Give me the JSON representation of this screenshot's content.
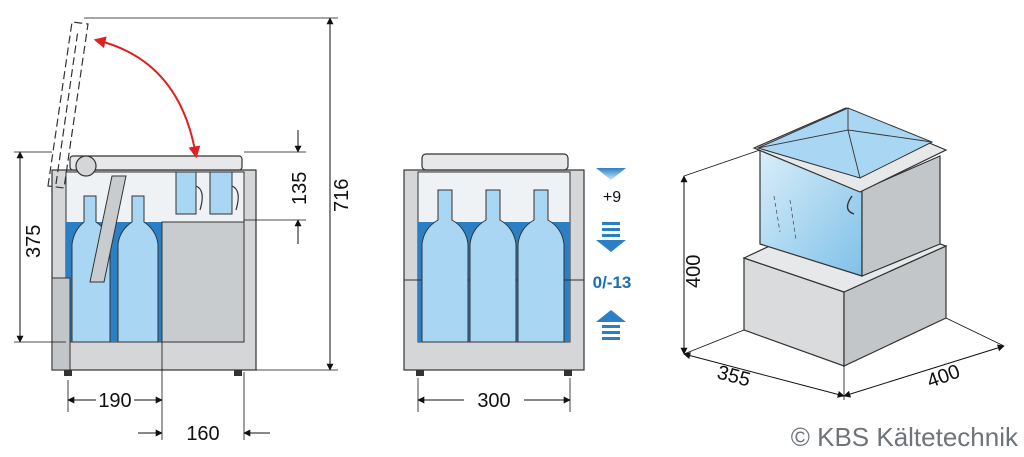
{
  "dimensions": {
    "side_lid_height": "135",
    "side_interior_height": "375",
    "side_total_height": "716",
    "side_bottle_width": "190",
    "side_bin_width": "160",
    "front_width": "300",
    "iso_height": "400",
    "iso_depth": "355",
    "iso_width": "400"
  },
  "temperature": {
    "upper": "+9",
    "lower": "0/-13"
  },
  "copyright": "© KBS Kältetechnik",
  "colors": {
    "water_light": "#a9d6f2",
    "water_dark": "#2b7fc4",
    "steel": "#d4d6d8",
    "arrow_red": "#e02020",
    "label_blue": "#1b6fb0"
  }
}
